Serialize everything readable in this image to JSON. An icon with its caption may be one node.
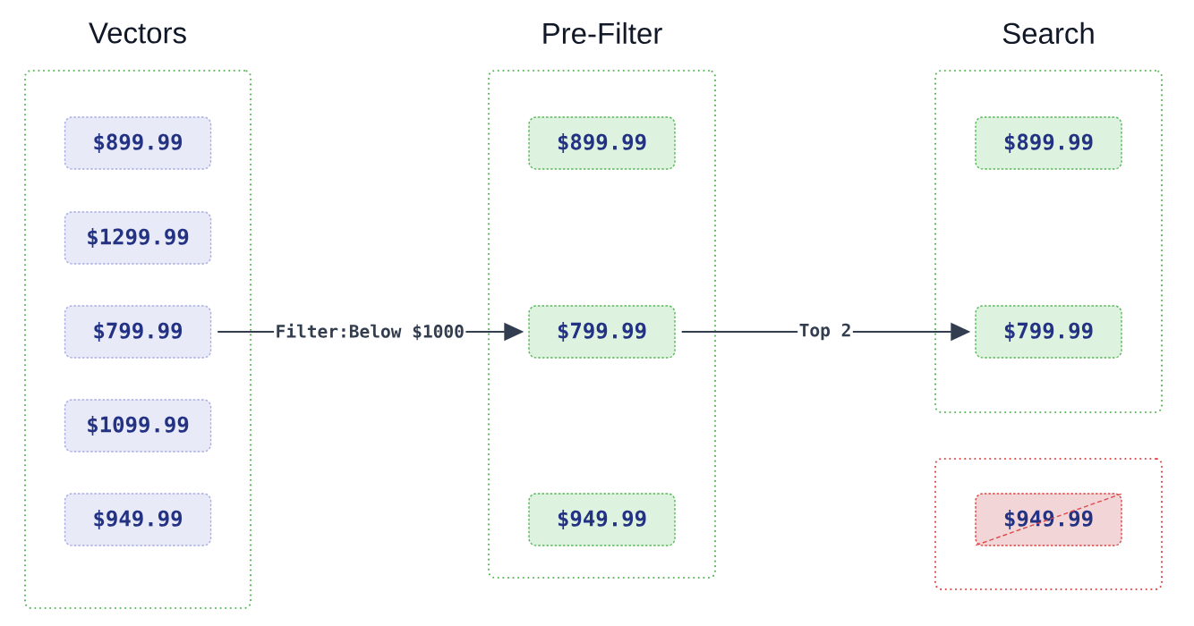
{
  "diagram": {
    "nodes": [
      {
        "text": [
          "Vectors"
        ]
      },
      {
        "text": [
          "$899.99"
        ],
        "in": 0
      },
      {
        "text": [
          "$1299.99"
        ],
        "in": 0
      },
      {
        "text": [
          "$799.99"
        ],
        "in": 0
      },
      {
        "text": [
          "$1099.99"
        ],
        "in": 0
      },
      {
        "text": [
          "$949.99"
        ],
        "in": 0
      },
      {
        "text": [
          "Pre-Filter"
        ]
      },
      {
        "text": [
          "$899.99"
        ],
        "in": 6
      },
      {
        "text": [
          "$799.99"
        ],
        "in": 6
      },
      {
        "text": [
          "$949.99"
        ],
        "in": 6
      },
      {
        "text": [
          "Search"
        ]
      },
      {
        "text": [
          "$899.99"
        ],
        "in": 10
      },
      {
        "text": [
          "$799.99"
        ],
        "in": 10
      },
      {
        "text": [],
        "shape": "box"
      },
      {
        "text": [
          "$949.99"
        ],
        "in": 13
      }
    ],
    "edges": [
      {
        "from": 3,
        "to": 8,
        "arrow": "to",
        "label": "Filter:Below $1000"
      },
      {
        "from": 8,
        "to": 12,
        "arrow": "to",
        "label": "Top 2"
      }
    ]
  }
}
